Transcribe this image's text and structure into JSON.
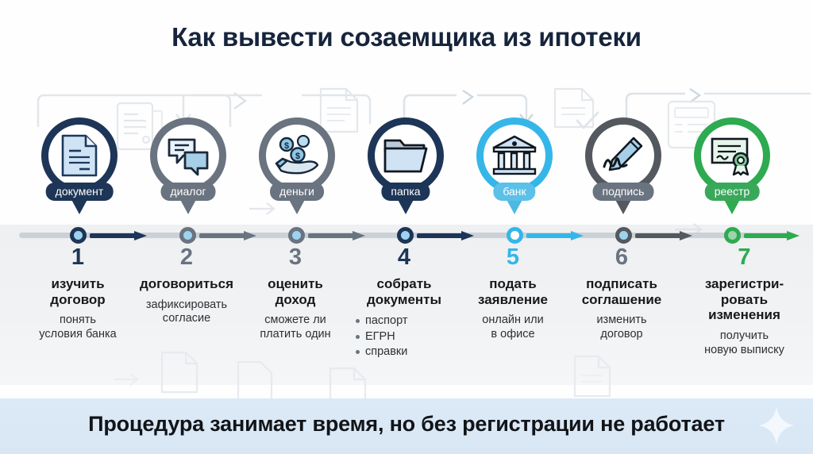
{
  "title": "Как вывести созаемщика из ипотеки",
  "banner": {
    "text": "Процедура занимает время, но без регистрации не работает"
  },
  "colors": {
    "navy": "#1d3557",
    "gray": "#6a7380",
    "slate": "#54585f",
    "cyan": "#35b6e8",
    "green": "#2eaa50",
    "band": "#eef0f2",
    "banner": "#dbe9f6"
  },
  "steps": [
    {
      "number": "1",
      "pill": "документ",
      "icon": "document-icon",
      "color": "#1d3557",
      "heading_lines": [
        "изучить",
        "договор"
      ],
      "sub_lines": [
        "понять",
        "условия банка"
      ],
      "bullets": []
    },
    {
      "number": "2",
      "pill": "диалог",
      "icon": "chat-bubbles-icon",
      "color": "#6a7380",
      "heading_lines": [
        "договориться"
      ],
      "sub_lines": [
        "зафиксировать",
        "согласие"
      ],
      "bullets": []
    },
    {
      "number": "3",
      "pill": "деньги",
      "icon": "hand-coins-icon",
      "color": "#6a7380",
      "heading_lines": [
        "оценить",
        "доход"
      ],
      "sub_lines": [
        "сможете ли",
        "платить один"
      ],
      "bullets": []
    },
    {
      "number": "4",
      "pill": "папка",
      "icon": "folder-icon",
      "color": "#1d3557",
      "heading_lines": [
        "собрать",
        "документы"
      ],
      "sub_lines": [],
      "bullets": [
        "паспорт",
        "ЕГРН",
        "справки"
      ]
    },
    {
      "number": "5",
      "pill": "банк",
      "icon": "bank-icon",
      "color": "#35b6e8",
      "heading_lines": [
        "подать",
        "заявление"
      ],
      "sub_lines": [
        "онлайн или",
        "в офисе"
      ],
      "bullets": []
    },
    {
      "number": "6",
      "pill": "подпись",
      "icon": "signature-pen-icon",
      "color": "#54585f",
      "heading_lines": [
        "подписать",
        "соглашение"
      ],
      "sub_lines": [
        "изменить",
        "договор"
      ],
      "bullets": []
    },
    {
      "number": "7",
      "pill": "реестр",
      "icon": "certificate-icon",
      "color": "#2eaa50",
      "heading_lines": [
        "зарегистри-",
        "ровать",
        "изменения"
      ],
      "sub_lines": [
        "получить",
        "новую выписку"
      ],
      "bullets": []
    }
  ]
}
